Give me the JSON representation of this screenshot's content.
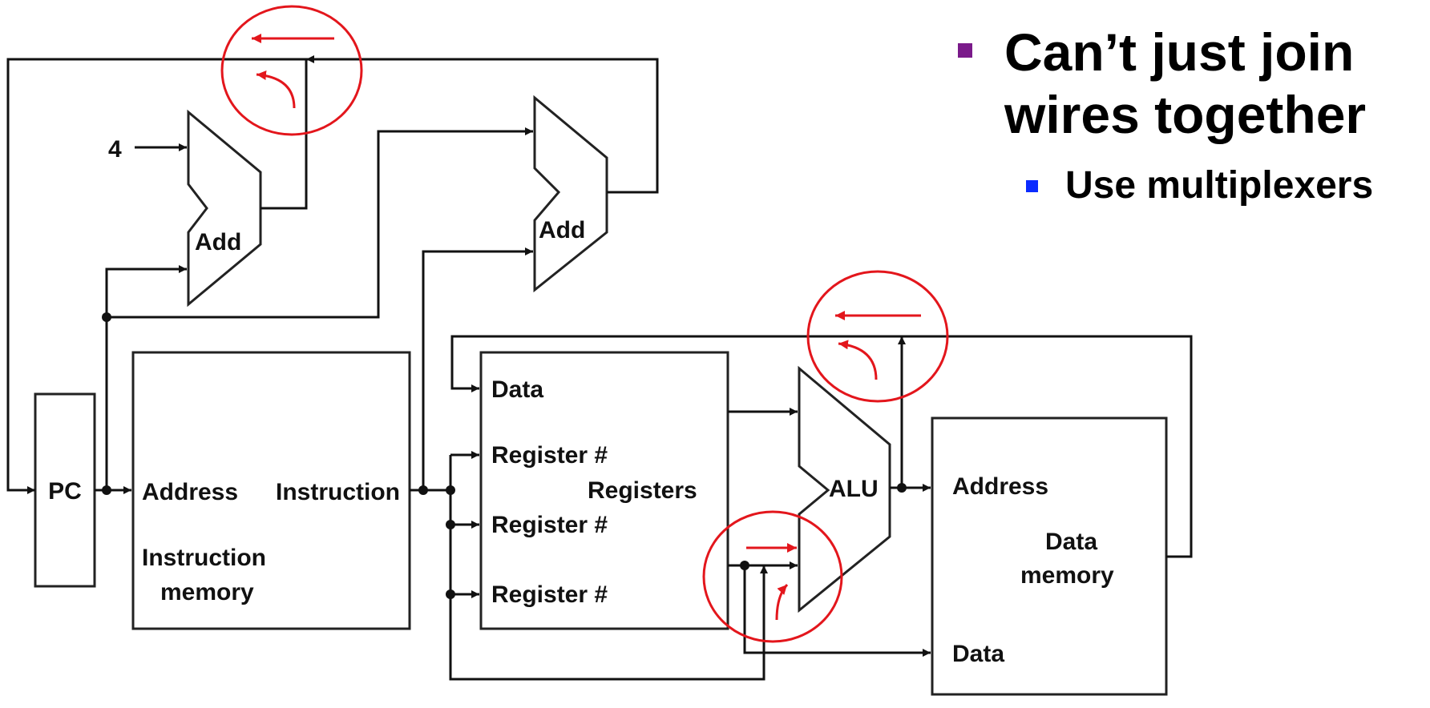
{
  "bullets": {
    "main": [
      "Can’t just join",
      "wires together"
    ],
    "sub": "Use multiplexers",
    "main_marker_color": "#7a1a8a",
    "sub_marker_color": "#0b2bff"
  },
  "diagram": {
    "constant_four": "4",
    "pc": "PC",
    "adder_label": "Add",
    "imem": {
      "address": "Address",
      "instruction": "Instruction",
      "name_line1": "Instruction",
      "name_line2": "memory"
    },
    "registers": {
      "data": "Data",
      "reg_num": "Register #",
      "name": "Registers"
    },
    "alu": "ALU",
    "dmem": {
      "address": "Address",
      "name_line1": "Data",
      "name_line2": "memory",
      "data": "Data"
    },
    "highlight_color": "#e3161c"
  }
}
